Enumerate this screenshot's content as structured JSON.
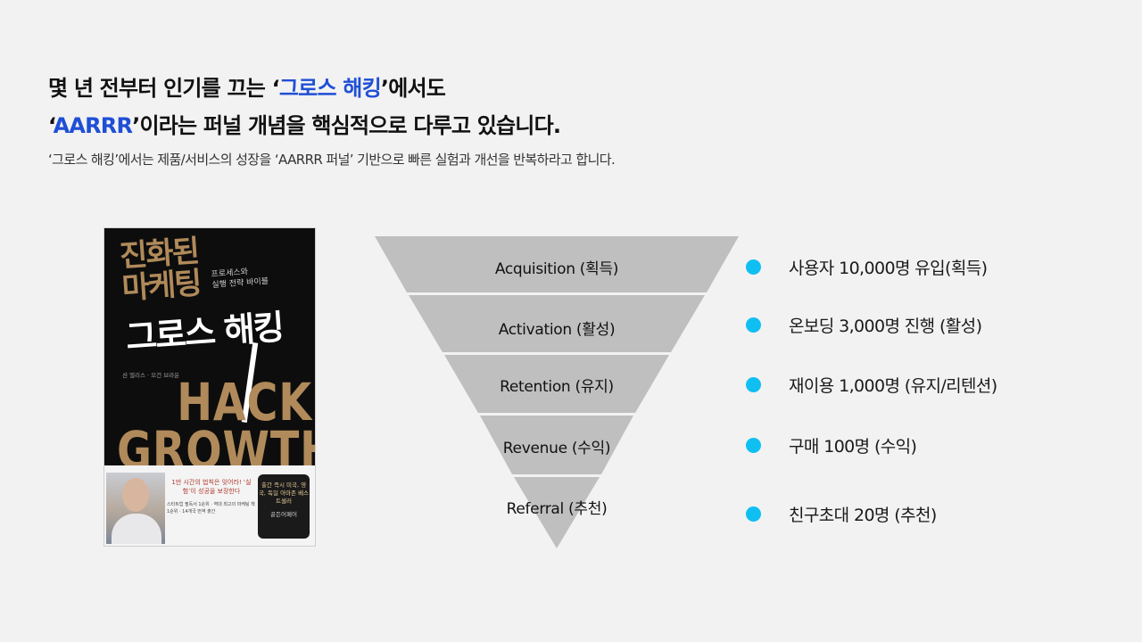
{
  "headline": {
    "l1_a": "몇 년 전부터 인기를 끄는 ‘",
    "l1_hl": "그로스 해킹",
    "l1_b": "’에서도",
    "l2_a": "‘",
    "l2_hl": "AARRR",
    "l2_b": "’이라는 퍼널 개념을 핵심적으로 다루고 있습니다."
  },
  "subline": "‘그로스 해킹’에서는 제품/서비스의 성장을 ‘AARRR 퍼널’ 기반으로 빠른 실험과 개선을 반복하라고 합니다.",
  "book": {
    "title_1": "진화된",
    "title_2": "마케팅",
    "title_3": "그로스 해킹",
    "tagline_1": "프로세스와",
    "tagline_2": "실행 전략 바이블",
    "authors": "션 엘리스 · 모건 브라운",
    "big_1": "HACKING",
    "big_2": "GROWTH",
    "quote": "1만 시간의 법칙은 잊어라! ‘실험’이 성공을 보장한다",
    "bullets": "스타트업 필독서 1순위 · 역대 최고의 마케팅 책 1순위 · 14개국 번역 출간",
    "badge": "출간 즉시 미국, 영국, 독일 아마존 베스트셀러",
    "publisher": "골든어페어"
  },
  "funnel": {
    "stages": [
      {
        "label": "Acquisition (획득)"
      },
      {
        "label": "Activation (활성)"
      },
      {
        "label": "Retention (유지)"
      },
      {
        "label": "Revenue (수익)"
      },
      {
        "label": "Referral (추천)"
      }
    ],
    "fill_color": "#bfbfbf"
  },
  "metrics": [
    "사용자 10,000명 유입(획득)",
    "온보딩 3,000명 진행 (활성)",
    "재이용 1,000명 (유지/리텐션)",
    "구매 100명 (수익)",
    "친구초대 20명 (추천)"
  ],
  "colors": {
    "highlight": "#1f4fd6",
    "dot": "#10bff2"
  }
}
